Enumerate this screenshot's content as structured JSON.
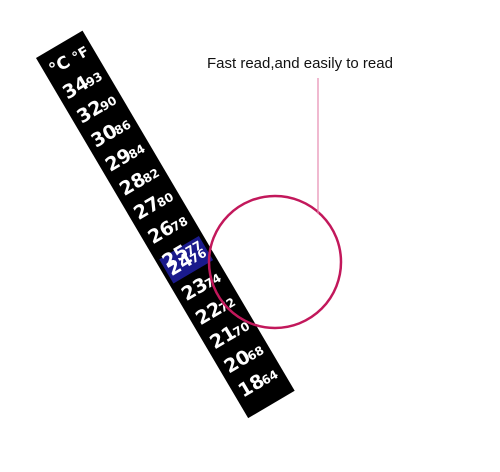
{
  "caption": "Fast read,and easily to read",
  "strip": {
    "unit_c": "°C",
    "unit_f": "°F",
    "rows": [
      {
        "c": "34",
        "f": "93"
      },
      {
        "c": "32",
        "f": "90"
      },
      {
        "c": "30",
        "f": "86"
      },
      {
        "c": "29",
        "f": "84"
      },
      {
        "c": "28",
        "f": "82"
      },
      {
        "c": "27",
        "f": "80"
      },
      {
        "c": "26",
        "f": "78"
      },
      {
        "c": "25",
        "f": "77"
      },
      {
        "c": "24",
        "f": "76"
      },
      {
        "c": "23",
        "f": "74"
      },
      {
        "c": "22",
        "f": "72"
      },
      {
        "c": "21",
        "f": "70"
      },
      {
        "c": "20",
        "f": "68"
      },
      {
        "c": "18",
        "f": "64"
      }
    ],
    "highlight_celsius": "24"
  },
  "colors": {
    "strip": "#000000",
    "digits": "#ffffff",
    "highlight": "#1a1a8c",
    "accent": "#c2185b",
    "caption": "#111111"
  }
}
